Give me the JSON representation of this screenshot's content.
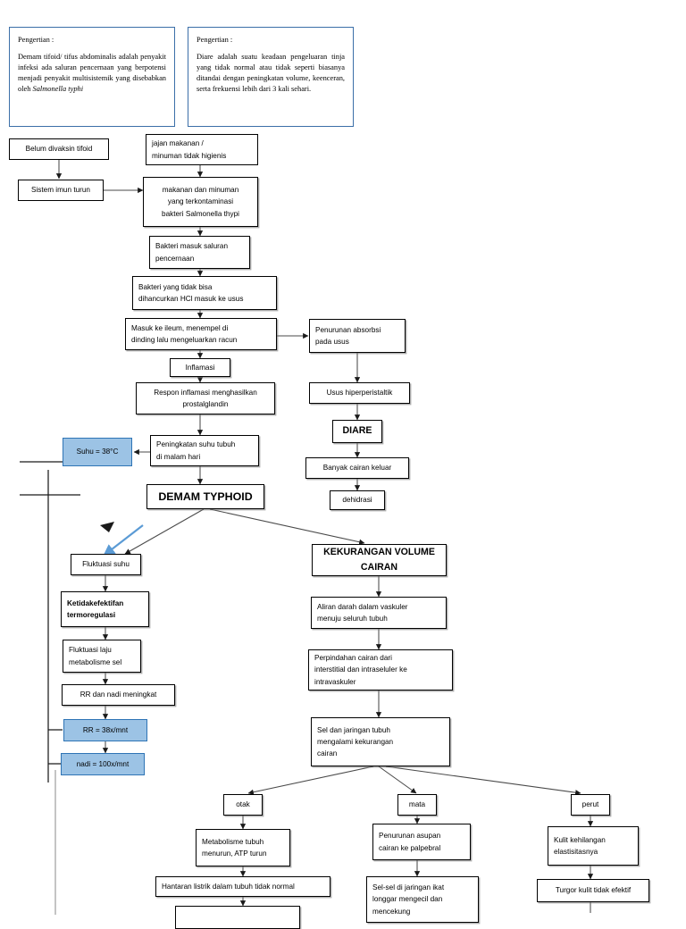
{
  "document": {
    "title": "Pathway Demam Typhoid dan Diare",
    "type": "clinical-pathway-flowchart",
    "colors": {
      "definition_border": "#3B6FA8",
      "highlight_fill": "#9CC3E5",
      "highlight_border": "#2E74B5",
      "node_border": "#000000",
      "blue_arrow": "#5B9BD5"
    }
  },
  "definitions": [
    {
      "heading": "Pengertian :",
      "body": "Demam tifoid/ tifus abdominalis adalah penyakit infeksi ada saluran pencernaan yang berpotensi menjadi penyakit multisistemik yang disebabkan oleh ",
      "italic_tail": "Salmonella typhi"
    },
    {
      "heading": "Pengertian :",
      "body": "Diare adalah suatu keadaan pengeluaran tinja yang tidak normal atau tidak seperti biasanya ditandai dengan peningkatan volume, keenceran, serta frekuensi lebih dari 3 kali sehari.",
      "italic_tail": ""
    }
  ],
  "nodes": {
    "belum_divaksin": "Belum divaksin tifoid",
    "jajan_makanan": "jajan makanan /\nminuman tidak higienis",
    "sistem_imun": "Sistem imun turun",
    "makanan_terkontaminasi": "makanan dan minuman\nyang terkontaminasi\nbakteri Salmonella thypi",
    "bakteri_masuk": "Bakteri masuk saluran\npencernaan",
    "bakteri_tidak_hancur": "Bakteri yang tidak bisa\ndihancurkan HCl masuk ke usus",
    "masuk_ileum": "Masuk ke ileum, menempel di\ndinding lalu mengeluarkan racun",
    "penurunan_absorbsi": "Penurunan absorbsi\npada usus",
    "inflamasi": "Inflamasi",
    "respon_inflamasi": "Respon inflamasi menghasilkan\nprostalglandin",
    "usus_hiperperistaltik": "Usus hiperperistaltik",
    "peningkatan_suhu": "Peningkatan suhu tubuh\ndi malam hari",
    "suhu_value": "Suhu = 38°C",
    "diare": "DIARE",
    "banyak_cairan": "Banyak cairan keluar",
    "dehidrasi": "dehidrasi",
    "demam_typhoid": "DEMAM TYPHOID",
    "kekurangan_volume": "KEKURANGAN VOLUME\nCAIRAN",
    "fluktuasi_suhu": "Fluktuasi suhu",
    "ketidakefektifan": "Ketidakefektifan\ntermoregulasi",
    "fluktuasi_laju": "Fluktuasi laju\nmetabolisme sel",
    "rr_nadi": "RR dan nadi meningkat",
    "rr_value": "RR = 38x/mnt",
    "nadi_value": "nadi = 100x/mnt",
    "aliran_darah": "Aliran darah dalam vaskuler\nmenuju seluruh tubuh",
    "perpindahan_cairan": "Perpindahan cairan dari\ninterstitial dan intraseluler ke\nintravaskuler",
    "sel_jaringan": "Sel dan jaringan tubuh\nmengalami kekurangan\ncairan",
    "otak": "otak",
    "mata": "mata",
    "perut": "perut",
    "metabolisme_turun": "Metabolisme tubuh\nmenurun, ATP turun",
    "hantaran_listrik": "Hantaran listrik dalam tubuh tidak normal",
    "penurunan_asupan": "Penurunan asupan\ncairan ke palpebral",
    "sel_jaringan_ikat": "Sel-sel di jaringan ikat\nlonggar mengecil dan\nmencekung",
    "kulit_kehilangan": "Kulit kehilangan\nelastisitasnya",
    "turgor_kulit": "Turgor kulit tidak efektif"
  }
}
